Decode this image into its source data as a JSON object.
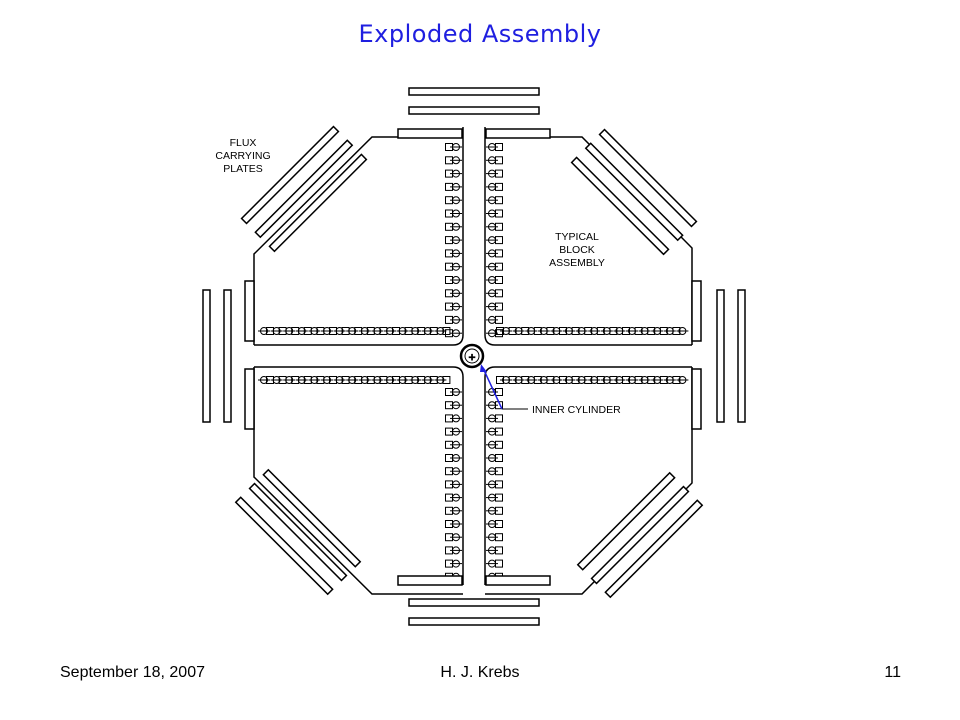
{
  "slide": {
    "title": "Exploded Assembly"
  },
  "labels": {
    "flux": [
      "FLUX",
      "CARRYING",
      "PLATES"
    ],
    "block": [
      "TYPICAL",
      "BLOCK",
      "ASSEMBLY"
    ],
    "inner": "INNER CYLINDER"
  },
  "footer": {
    "date": "September 18, 2007",
    "author": "H. J. Krebs",
    "page": "11"
  },
  "colors": {
    "title": "#1f1fe0",
    "leader": "#1f1fe0",
    "ink": "#000000"
  }
}
